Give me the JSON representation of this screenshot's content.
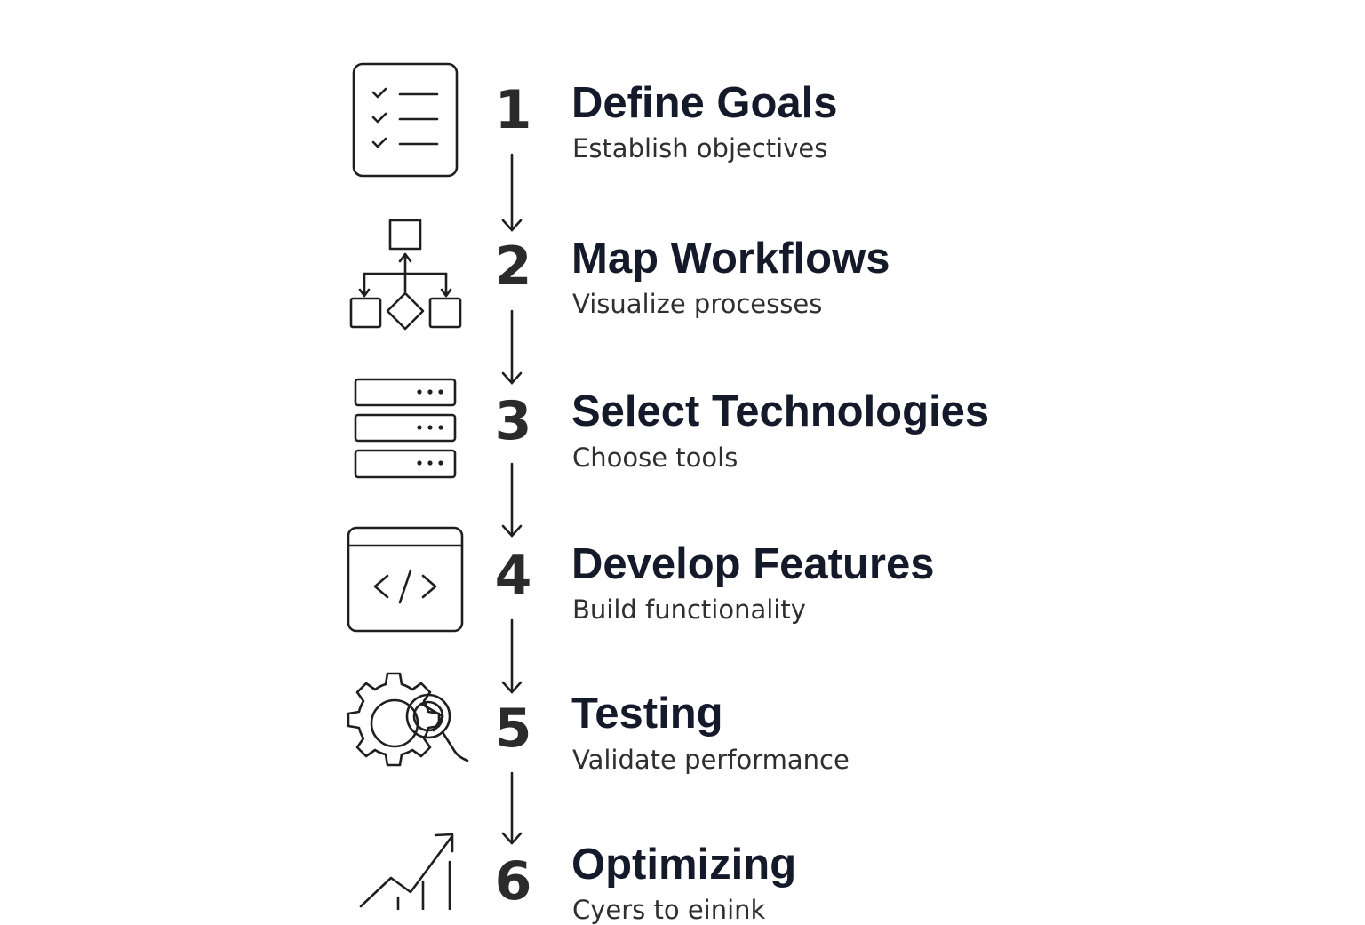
{
  "steps": [
    {
      "number": "1",
      "title": "Define Goals",
      "subtitle": "Establish objectives",
      "icon": "checklist-icon"
    },
    {
      "number": "2",
      "title": "Map Workflows",
      "subtitle": "Visualize processes",
      "icon": "flowchart-icon"
    },
    {
      "number": "3",
      "title": "Select Technologies",
      "subtitle": "Choose tools",
      "icon": "server-stack-icon"
    },
    {
      "number": "4",
      "title": "Develop Features",
      "subtitle": "Build functionality",
      "icon": "code-window-icon"
    },
    {
      "number": "5",
      "title": "Testing",
      "subtitle": "Validate performance",
      "icon": "gear-magnifier-icon"
    },
    {
      "number": "6",
      "title": "Optimizing",
      "subtitle": "Cyers to einink",
      "icon": "growth-chart-icon"
    }
  ],
  "colors": {
    "title": "#151a2b",
    "text": "#2f2f2f",
    "stroke": "#1f1f1f"
  }
}
